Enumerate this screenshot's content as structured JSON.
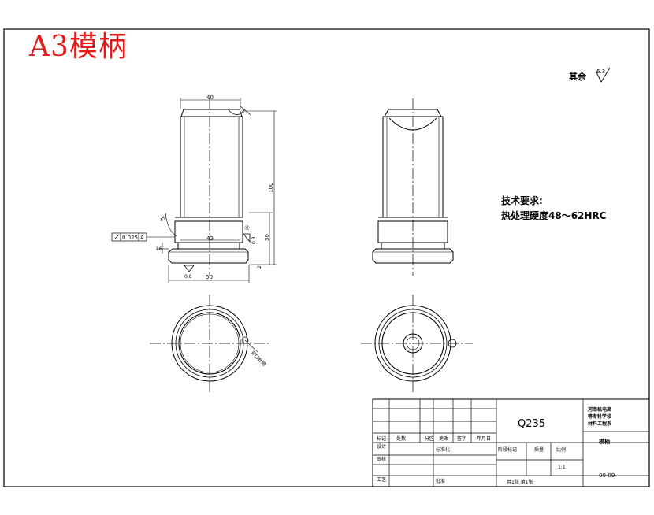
{
  "sheet": {
    "heading": "A3模柄",
    "roughness_note": "其余",
    "roughness_default": "6.3"
  },
  "dimensions": {
    "top_width": "40",
    "chamfer": "2",
    "total_height": "100",
    "collar_diameter": "42",
    "base_diameter": "50",
    "lower_height": "30",
    "flange_height": "2",
    "chamfer_angle": "45°",
    "side_finish": "0.8",
    "base_finish": "0.8",
    "small_dim": "16",
    "weld_mark": "④",
    "tolerance_value": "0.025",
    "tolerance_datum": "A",
    "bottom_note": "开口处销"
  },
  "requirements": {
    "title": "技术要求:",
    "line1": "热处理硬度48～62HRC"
  },
  "title_block": {
    "material": "Q235",
    "school_lines": [
      "河南机电高",
      "等专科学校",
      "材料工程系"
    ],
    "part_name": "模柄",
    "drawing_no": "00-09",
    "scale": "1:1",
    "sheets_info": "共1张 第1张",
    "labels": {
      "mark": "标记",
      "count": "处数",
      "zone": "分区",
      "change_doc": "更改",
      "signature": "签字",
      "date": "年月日",
      "design": "设计",
      "standardize": "标准化",
      "review": "审核",
      "process": "工艺",
      "approve": "批准",
      "stage_mark": "阶段标记",
      "weight": "质量",
      "scale_label": "比例"
    }
  }
}
